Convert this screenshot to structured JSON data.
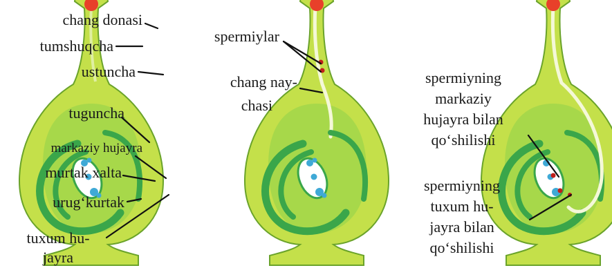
{
  "colors": {
    "outer_fill": "#c4e04a",
    "outer_stroke": "#6aa32a",
    "inner_fill": "#7ccc3e",
    "band": "#3aa64a",
    "sac_fill": "#ffffff",
    "nucleus": "#3fa9d6",
    "pollen": "#e8402a",
    "sperm": "#c0201a",
    "tube": "#f4f8d8"
  },
  "labels": {
    "chang_donasi": "chang donasi",
    "tumshuqcha": "tumshuqcha",
    "ustuncha": "ustuncha",
    "tuguncha": "tuguncha",
    "markaziy_hujayra": "markaziy hujayra",
    "murtak_xalta": "murtak xalta",
    "urugkurtak": "urug‘kurtak",
    "tuxum_hujayra_1": "tuxum hu-",
    "tuxum_hujayra_2": "jayra",
    "spermiylar": "spermiylar",
    "chang_naychasi_1": "chang nay-",
    "chang_naychasi_2": "chasi",
    "sperm_central_1": "spermiyning",
    "sperm_central_2": "markaziy",
    "sperm_central_3": "hujayra bilan",
    "sperm_central_4": "qo‘shilishi",
    "sperm_egg_1": "spermiyning",
    "sperm_egg_2": "tuxum hu-",
    "sperm_egg_3": "jayra bilan",
    "sperm_egg_4": "qo‘shilishi"
  }
}
